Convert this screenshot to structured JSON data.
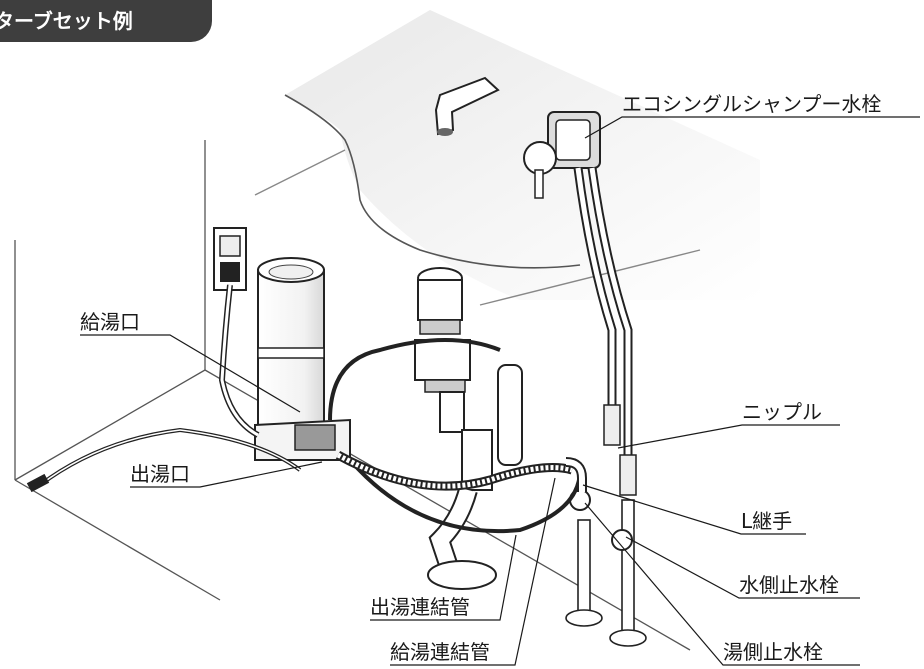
{
  "title": "ターブセット例",
  "labels": {
    "eco_faucet": "エコシングルシャンプー水栓",
    "hot_outlet": "給湯口",
    "hot_exit": "出湯口",
    "nipple": "ニップル",
    "l_joint": "L継手",
    "water_stop": "水側止水栓",
    "outlet_pipe": "出湯連結管",
    "supply_pipe": "給湯連結管",
    "hot_stop": "湯側止水栓"
  },
  "colors": {
    "line": "#222222",
    "ceiling_shade": "#d9d9d9",
    "tab_bg": "#3e3e3e"
  }
}
